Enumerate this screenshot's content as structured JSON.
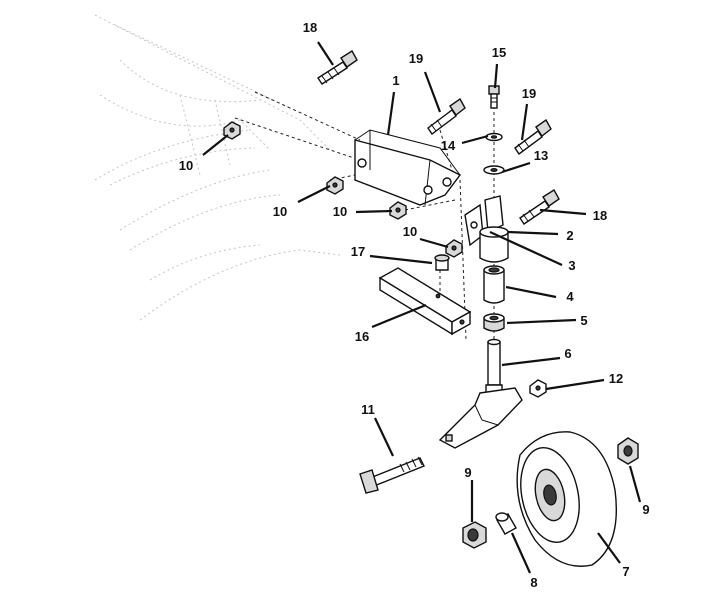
{
  "callouts": [
    {
      "id": "c18a",
      "text": "18"
    },
    {
      "id": "c19a",
      "text": "19"
    },
    {
      "id": "c15",
      "text": "15"
    },
    {
      "id": "c1",
      "text": "1"
    },
    {
      "id": "c19b",
      "text": "19"
    },
    {
      "id": "c10a",
      "text": "10"
    },
    {
      "id": "c14",
      "text": "14"
    },
    {
      "id": "c13",
      "text": "13"
    },
    {
      "id": "c10b",
      "text": "10"
    },
    {
      "id": "c10c",
      "text": "10"
    },
    {
      "id": "c18b",
      "text": "18"
    },
    {
      "id": "c2",
      "text": "2"
    },
    {
      "id": "c10d",
      "text": "10"
    },
    {
      "id": "c17",
      "text": "17"
    },
    {
      "id": "c3",
      "text": "3"
    },
    {
      "id": "c4",
      "text": "4"
    },
    {
      "id": "c16",
      "text": "16"
    },
    {
      "id": "c5",
      "text": "5"
    },
    {
      "id": "c6",
      "text": "6"
    },
    {
      "id": "c12",
      "text": "12"
    },
    {
      "id": "c11",
      "text": "11"
    },
    {
      "id": "c9a",
      "text": "9"
    },
    {
      "id": "c9b",
      "text": "9"
    },
    {
      "id": "c8",
      "text": "8"
    },
    {
      "id": "c7",
      "text": "7"
    }
  ]
}
